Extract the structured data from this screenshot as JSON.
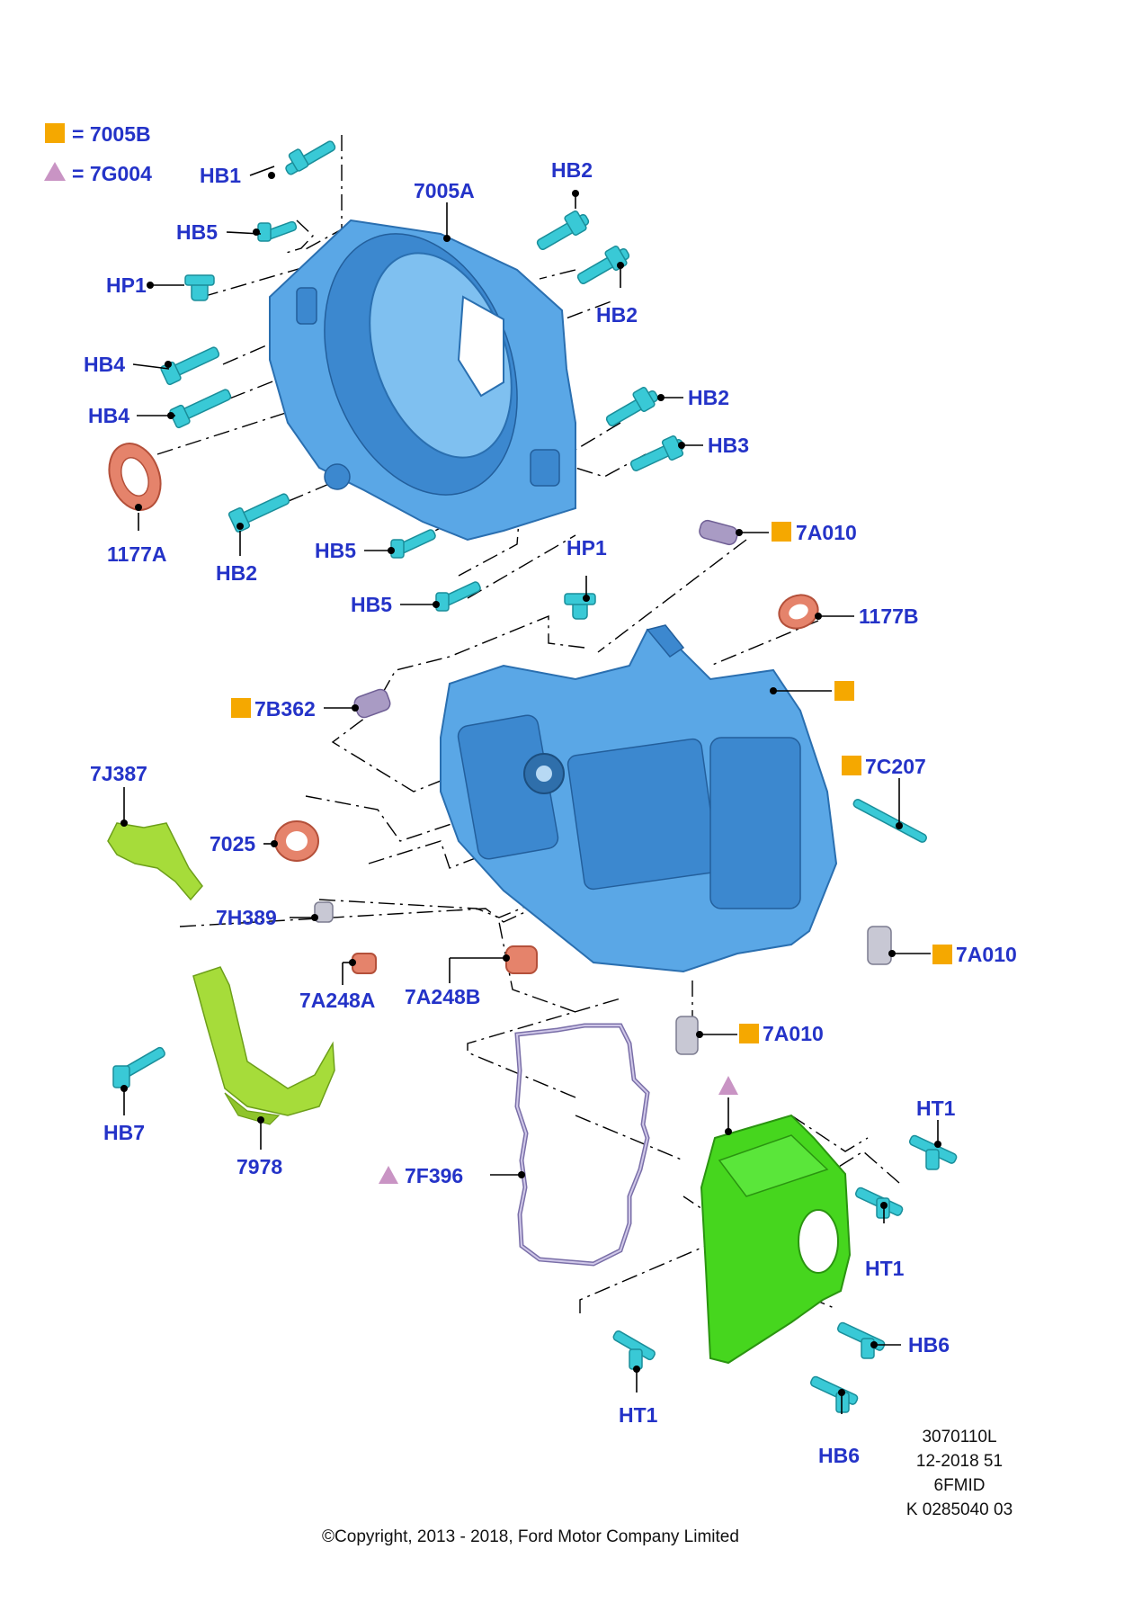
{
  "legend": [
    {
      "shape": "square",
      "color": "#f5a800",
      "text": "= 7005B"
    },
    {
      "shape": "triangle",
      "color": "#c994c4",
      "text": "= 7G004"
    }
  ],
  "labels": {
    "hb1": "HB1",
    "hb5_a": "HB5",
    "hp1_a": "HP1",
    "hb4_a": "HB4",
    "hb4_b": "HB4",
    "x1177a": "1177A",
    "hb2_a": "HB2",
    "x7005a": "7005A",
    "hb2_b": "HB2",
    "hb2_c": "HB2",
    "hb2_d": "HB2",
    "hb3": "HB3",
    "hb5_b": "HB5",
    "hb5_c": "HB5",
    "hp1_b": "HP1",
    "x7a010_a": "7A010",
    "x1177b": "1177B",
    "x7b362": "7B362",
    "x7j387": "7J387",
    "x7c207": "7C207",
    "x7025": "7025",
    "x7h389": "7H389",
    "x7a248a": "7A248A",
    "x7a248b": "7A248B",
    "x7a010_b": "7A010",
    "x7a010_c": "7A010",
    "hb7": "HB7",
    "x7978": "7978",
    "x7f396": "7F396",
    "ht1_a": "HT1",
    "ht1_b": "HT1",
    "ht1_c": "HT1",
    "hb6_a": "HB6",
    "hb6_b": "HB6"
  },
  "info": [
    "3070110L",
    "12-2018 51",
    "6FMID",
    "K 0285040 03"
  ],
  "copyright": "©Copyright, 2013 - 2018, Ford Motor Company Limited",
  "colors": {
    "label": "#2433c8",
    "square_marker": "#f5a800",
    "triangle_marker": "#c994c4",
    "housing": "#5aa7e6",
    "bolt": "#39c9d6",
    "cover": "#46d61e",
    "shield": "#a6dc3a",
    "seal": "#e5836b"
  }
}
